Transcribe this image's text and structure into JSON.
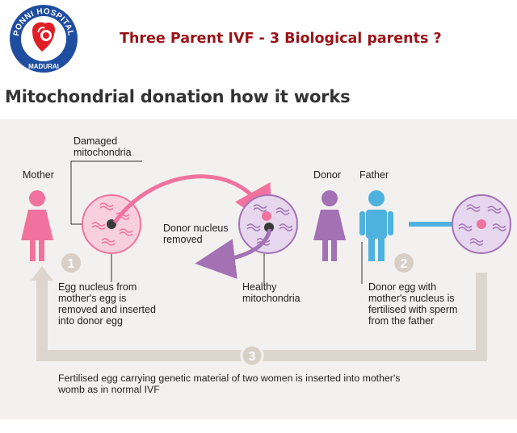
{
  "header": {
    "title": "Three Parent IVF - 3 Biological parents ?",
    "logo": {
      "ring_text": "PONNI HOSPITAL",
      "bottom_text": "MADURAI",
      "colors": {
        "ring": "#1f4ea1",
        "emblem": "#e11e26"
      }
    }
  },
  "diagram": {
    "title": "Mitochondrial donation how it works",
    "people": {
      "mother": "Mother",
      "donor": "Donor",
      "father": "Father"
    },
    "labels": {
      "damaged": [
        "Damaged",
        "mitochondria"
      ],
      "nucleus_removed": [
        "Donor nucleus",
        "removed"
      ],
      "healthy": [
        "Healthy",
        "mitochondria"
      ]
    },
    "steps": [
      {
        "number": "1",
        "lines": [
          "Egg nucleus from",
          "mother's egg is",
          "removed and inserted",
          "into donor egg"
        ]
      },
      {
        "number": "2",
        "lines": [
          "Donor egg with",
          "mother's nucleus is",
          "fertilised with sperm",
          "from the father"
        ]
      },
      {
        "number": "3",
        "lines": [
          "Fertilised egg carrying genetic material of two women is inserted into mother's",
          "womb as in normal IVF"
        ]
      }
    ],
    "colors": {
      "mother": "#f1729f",
      "donor": "#a371b4",
      "father": "#4fb1de",
      "loop": "#dcd6cf",
      "badge": "#d8cfc6"
    }
  }
}
